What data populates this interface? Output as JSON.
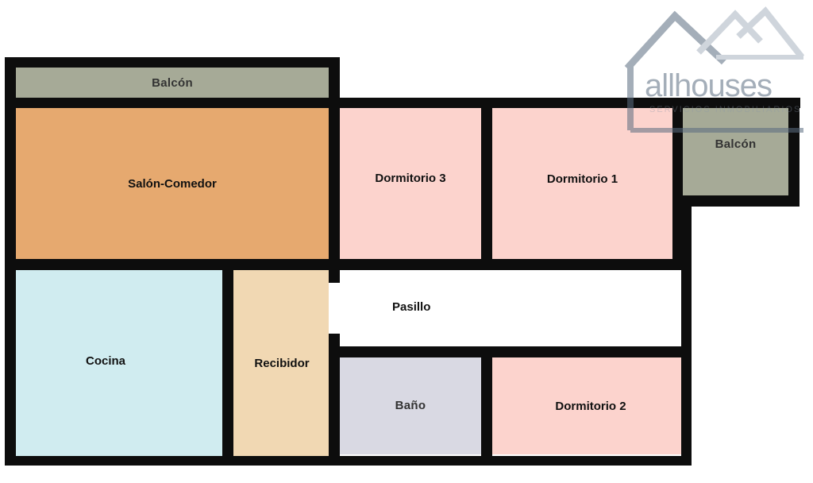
{
  "floorplan": {
    "rooms": {
      "balcon_top": "Balcón",
      "salon_comedor": "Salón-Comedor",
      "dormitorio_3": "Dormitorio 3",
      "dormitorio_1": "Dormitorio 1",
      "balcon_right": "Balcón",
      "pasillo": "Pasillo",
      "cocina": "Cocina",
      "recibidor": "Recibidor",
      "bano": "Baño",
      "dormitorio_2": "Dormitorio 2"
    },
    "colors": {
      "walls": "#0d0d0d",
      "balcon": "#a6aa97",
      "salon": "#e6a96f",
      "dormitorio": "#fcd3cd",
      "cocina": "#d0ecf0",
      "recibidor": "#f1d8b3",
      "bano": "#d9d9e3",
      "pasillo": "#ffffff"
    }
  },
  "watermark": {
    "brand": "allhouses",
    "tagline": "SERVICIOS INMOBILIARIOS",
    "icon": "house-roof-icon"
  }
}
